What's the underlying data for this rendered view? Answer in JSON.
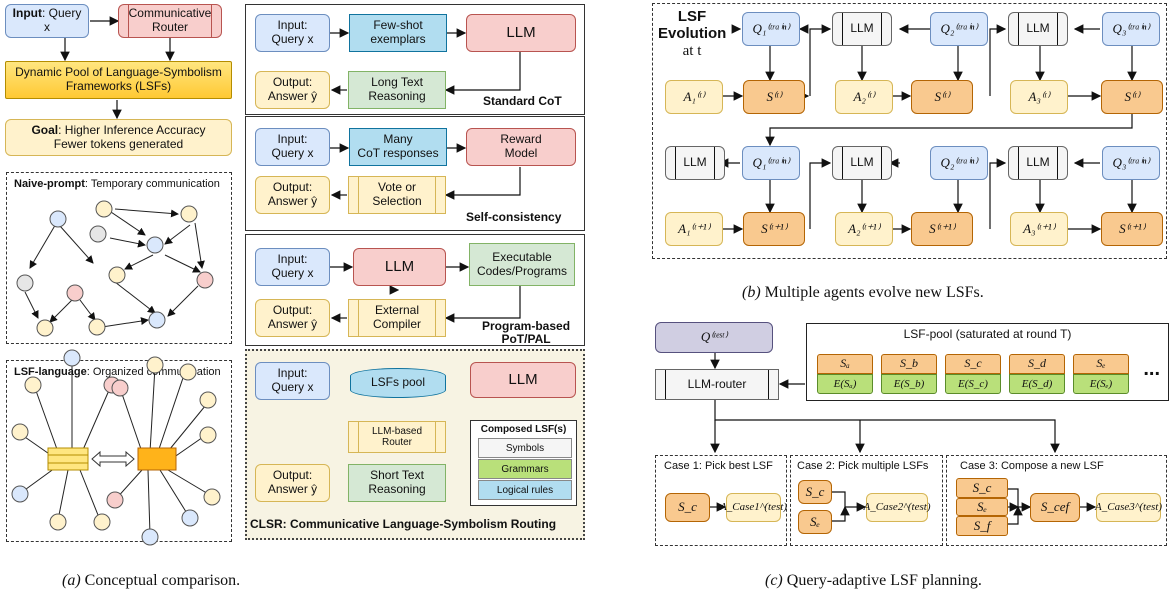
{
  "panel_a": {
    "input_label": "Input",
    "input_query": ": Query x",
    "router": "Communicative\nRouter",
    "pool": "Dynamic Pool of Language-Symbolism\nFrameworks (LSFs)",
    "goal_label": "Goal",
    "goal_text": ": Higher Inference Accuracy\nFewer tokens generated",
    "naive_label": "Naive-prompt",
    "naive_text": ": Temporary communication",
    "lsf_label": "LSF-language",
    "lsf_text": ": Organized communication",
    "caption_letter": "(a)",
    "caption_text": " Conceptual comparison."
  },
  "methods": {
    "cot": {
      "input": "Input:\nQuery x",
      "few_shot": "Few-shot\nexemplars",
      "llm": "LLM",
      "output": "Output:\nAnswer ŷ",
      "reasoning": "Long Text\nReasoning",
      "name": "Standard CoT"
    },
    "sc": {
      "input": "Input:\nQuery x",
      "many": "Many\nCoT responses",
      "reward": "Reward\nModel",
      "output": "Output:\nAnswer ŷ",
      "vote": "Vote or\nSelection",
      "name": "Self-consistency"
    },
    "pot": {
      "input": "Input:\nQuery x",
      "llm": "LLM",
      "codes": "Executable\nCodes/Programs",
      "output": "Output:\nAnswer ŷ",
      "compiler": "External\nCompiler",
      "name": "Program-based\nPoT/PAL"
    },
    "clsr": {
      "input": "Input:\nQuery x",
      "pool": "LSFs pool",
      "llm": "LLM",
      "router": "LLM-based\nRouter",
      "composed_title": "Composed LSF(s)",
      "symbols": "Symbols",
      "grammars": "Grammars",
      "logical": "Logical rules",
      "output": "Output:\nAnswer ŷ",
      "reasoning": "Short Text\nReasoning",
      "name": "CLSR: Communicative Language-Symbolism Routing"
    }
  },
  "panel_b": {
    "title_line1": "LSF",
    "title_line2": "Evolution",
    "title_line3": "at t",
    "llm": "LLM",
    "q1": "Q₁⁽ᵗʳᵃⁱⁿ⁾",
    "q2": "Q₂⁽ᵗʳᵃⁱⁿ⁾",
    "q3": "Q₃⁽ᵗʳᵃⁱⁿ⁾",
    "a1_t": "A₁⁽ᵗ⁾",
    "a2_t": "A₂⁽ᵗ⁾",
    "a3_t": "A₃⁽ᵗ⁾",
    "s_t": "S⁽ᵗ⁾",
    "a1_t1": "A₁⁽ᵗ⁺¹⁾",
    "a2_t1": "A₂⁽ᵗ⁺¹⁾",
    "a3_t1": "A₃⁽ᵗ⁺¹⁾",
    "s_t1": "S⁽ᵗ⁺¹⁾",
    "caption_letter": "(b)",
    "caption_text": " Multiple agents evolve new LSFs."
  },
  "panel_c": {
    "q_test": "Q⁽ᵗᵉˢᵗ⁾",
    "router": "LLM-router",
    "pool_title": "LSF-pool (saturated at round T)",
    "lsfs": [
      {
        "s": "Sₐ",
        "e": "E(Sₐ)"
      },
      {
        "s": "S_b",
        "e": "E(S_b)"
      },
      {
        "s": "S_c",
        "e": "E(S_c)"
      },
      {
        "s": "S_d",
        "e": "E(S_d)"
      },
      {
        "s": "Sₑ",
        "e": "E(Sₑ)"
      }
    ],
    "ellipsis": "...",
    "case1_title": "Case 1: Pick best LSF",
    "case1_s": "S_c",
    "case1_a": "A_Case1^(test)",
    "case2_title": "Case 2: Pick multiple LSFs",
    "case2_s1": "S_c",
    "case2_s2": "Sₑ",
    "case2_a": "A_Case2^(test)",
    "case3_title": "Case 3: Compose a new LSF",
    "case3_s1": "S_c",
    "case3_s2": "Sₑ",
    "case3_s3": "S_f",
    "case3_sc": "S_cef",
    "case3_a": "A_Case3^(test)",
    "caption_letter": "(c)",
    "caption_text": " Query-adaptive LSF planning."
  },
  "colors": {
    "blue": "#dae8fc",
    "yellow": "#fff2cc",
    "red": "#f8cecc",
    "green": "#d5e8d4",
    "cyan": "#b1ddf0",
    "orange": "#f9c98f",
    "grey": "#f5f5f5",
    "purple": "#d0cee2"
  }
}
